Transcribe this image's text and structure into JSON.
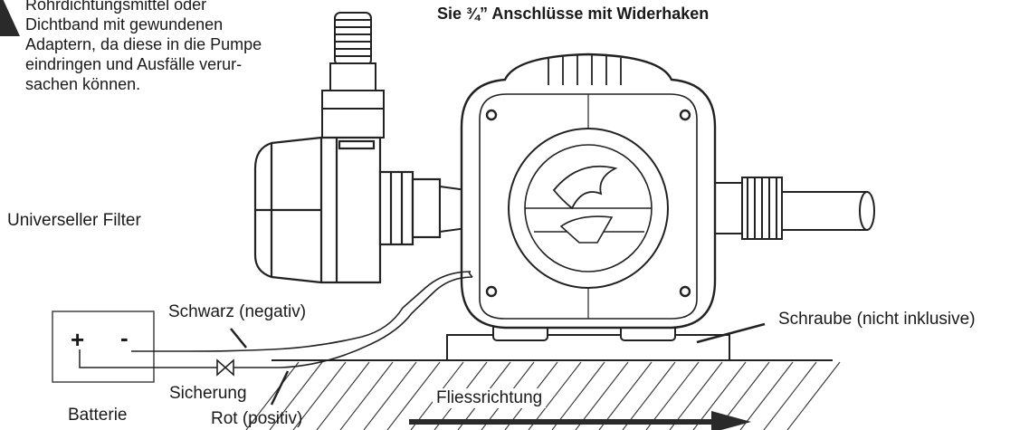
{
  "warning": {
    "icon": "warning-triangle-icon",
    "lines": [
      "Rohrdichtungsmittel oder",
      "Dichtband mit gewundenen",
      "Adaptern, da diese in die Pumpe",
      "eindringen und Ausfälle verur-",
      "sachen können."
    ]
  },
  "headline": "Sie ¾” Anschlüsse mit Widerhaken",
  "labels": {
    "filter": "Universeller Filter",
    "black_wire": "Schwarz (negativ)",
    "fuse": "Sicherung",
    "battery": "Batterie",
    "red_wire": "Rot (positiv)",
    "screw": "Schraube (nicht inklusive)",
    "flow": "Fliessrichtung"
  },
  "battery": {
    "plus": "+",
    "minus": "-"
  },
  "colors": {
    "ink": "#1a1a1a",
    "paper": "#ffffff"
  }
}
